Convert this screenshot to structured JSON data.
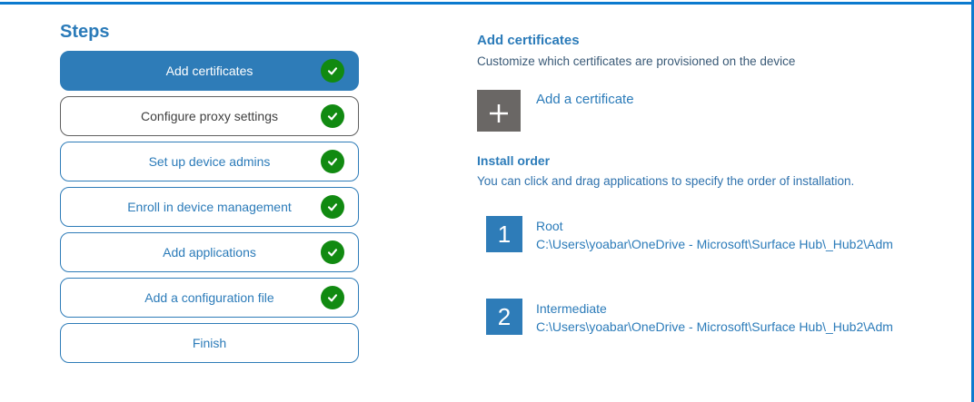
{
  "window": {
    "border_color": "#0c7ace"
  },
  "sidebar": {
    "title": "Steps",
    "steps": [
      {
        "label": "Add certificates",
        "state": "selected",
        "completed": true
      },
      {
        "label": "Configure proxy settings",
        "state": "visited",
        "completed": true
      },
      {
        "label": "Set up device admins",
        "state": "normal",
        "completed": true
      },
      {
        "label": "Enroll in device management",
        "state": "normal",
        "completed": true
      },
      {
        "label": "Add applications",
        "state": "normal",
        "completed": true
      },
      {
        "label": "Add a configuration file",
        "state": "normal",
        "completed": true
      },
      {
        "label": "Finish",
        "state": "normal",
        "completed": false
      }
    ]
  },
  "main": {
    "title": "Add certificates",
    "description": "Customize which certificates are provisioned on the device",
    "add_certificate": {
      "icon": "plus-icon",
      "label": "Add a certificate"
    },
    "install_order": {
      "title": "Install order",
      "description": "You can click and drag applications to specify the order of installation.",
      "items": [
        {
          "number": "1",
          "name": "Root",
          "path": "C:\\Users\\yoabar\\OneDrive - Microsoft\\Surface Hub\\_Hub2\\Adm"
        },
        {
          "number": "2",
          "name": "Intermediate",
          "path": "C:\\Users\\yoabar\\OneDrive - Microsoft\\Surface Hub\\_Hub2\\Adm"
        }
      ]
    }
  },
  "colors": {
    "accent_blue": "#2e7cb8",
    "text_blue": "#2b7bb9",
    "window_border_blue": "#0c7ace",
    "check_green": "#118a11",
    "visited_border_gray": "#5f5f5f",
    "plus_square_gray": "#6a6765"
  }
}
